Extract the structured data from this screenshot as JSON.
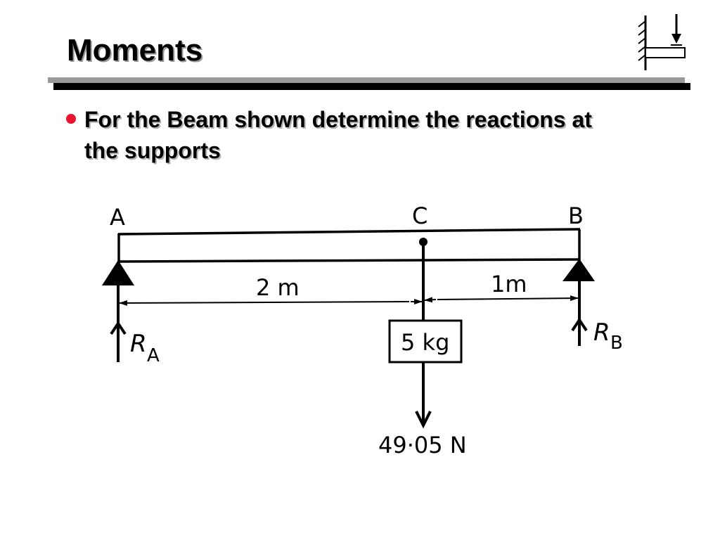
{
  "slide": {
    "title": "Moments",
    "bullet": "For the Beam shown determine the reactions at the supports"
  },
  "colors": {
    "bullet": "#e8132c",
    "rule_shadow": "#9a9a9a",
    "rule": "#000000"
  },
  "diagram": {
    "point_a": "A",
    "point_b": "B",
    "point_c": "C",
    "dim_ac": "2 m",
    "dim_cb": "1m",
    "mass": "5 kg",
    "force": "49·05 N",
    "reaction_a_symbol": "R",
    "reaction_a_sub": "A",
    "reaction_b_symbol": "R",
    "reaction_b_sub": "B"
  }
}
